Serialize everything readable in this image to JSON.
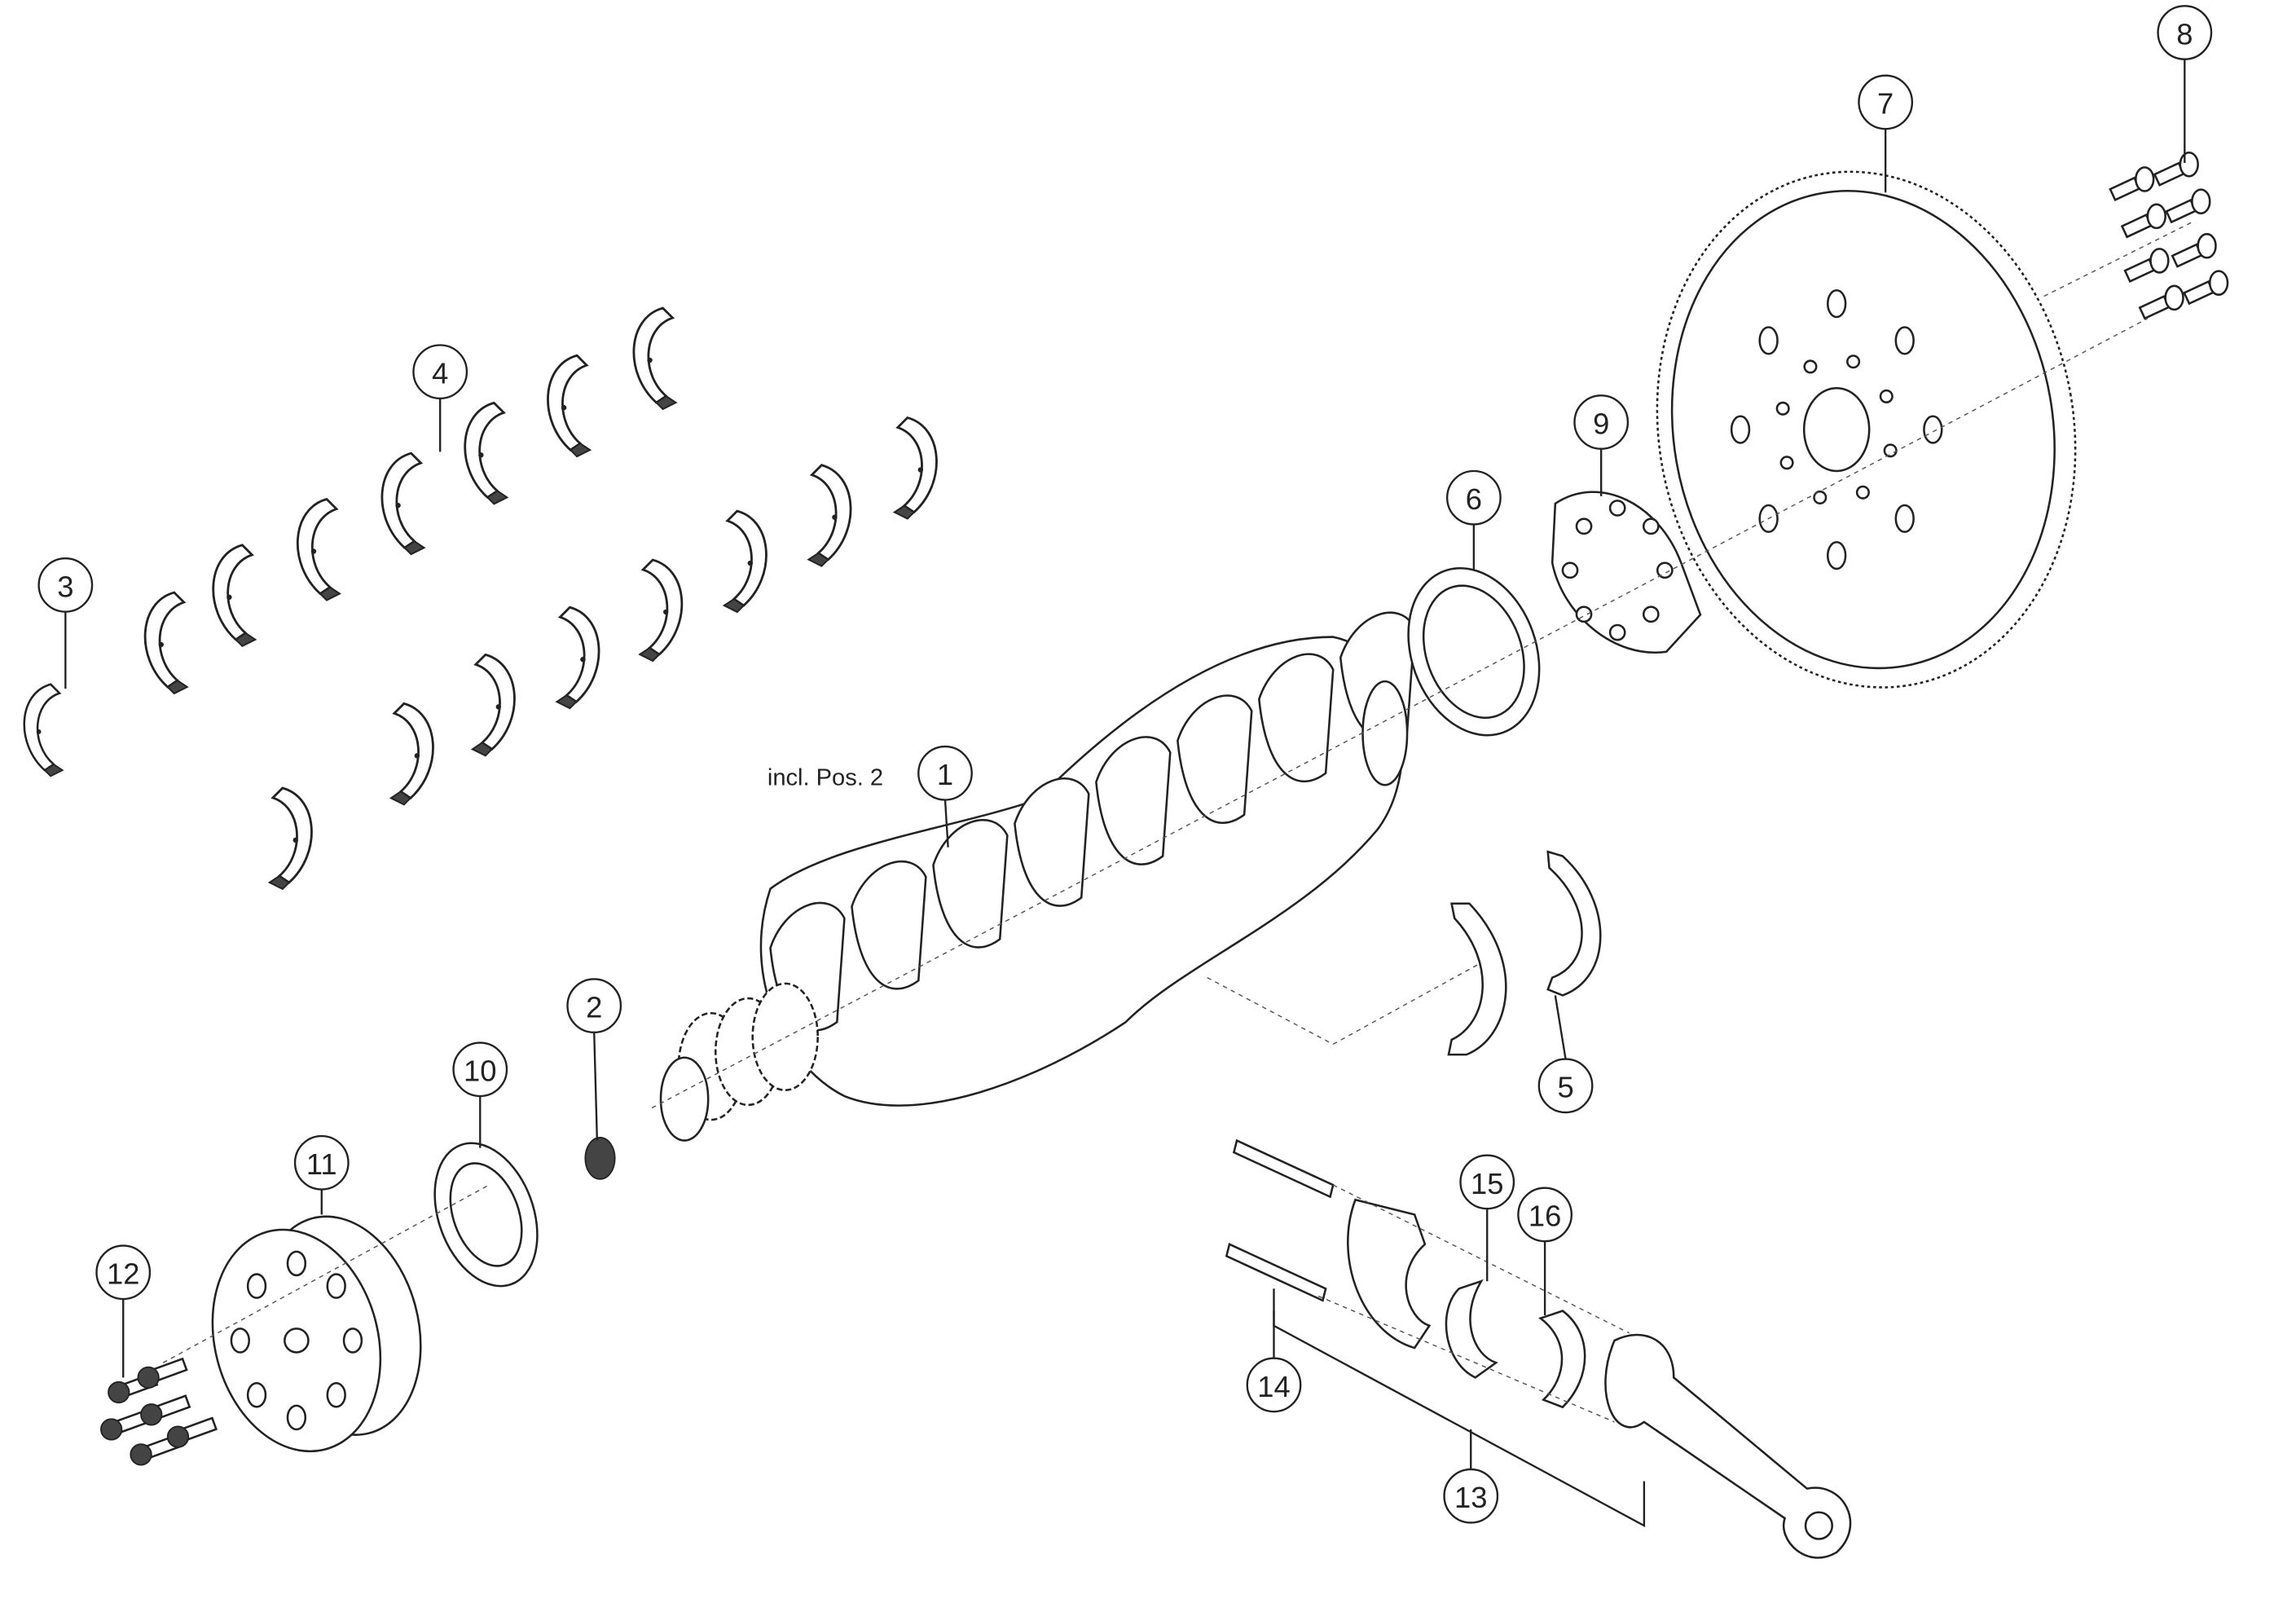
{
  "diagram": {
    "title": "Crankshaft assembly exploded view",
    "note": "incl. Pos. 2",
    "callouts": [
      {
        "id": "1",
        "label": "1"
      },
      {
        "id": "2",
        "label": "2"
      },
      {
        "id": "3",
        "label": "3"
      },
      {
        "id": "4",
        "label": "4"
      },
      {
        "id": "5",
        "label": "5"
      },
      {
        "id": "6",
        "label": "6"
      },
      {
        "id": "7",
        "label": "7"
      },
      {
        "id": "8",
        "label": "8"
      },
      {
        "id": "9",
        "label": "9"
      },
      {
        "id": "10",
        "label": "10"
      },
      {
        "id": "11",
        "label": "11"
      },
      {
        "id": "12",
        "label": "12"
      },
      {
        "id": "13",
        "label": "13"
      },
      {
        "id": "14",
        "label": "14"
      },
      {
        "id": "15",
        "label": "15"
      },
      {
        "id": "16",
        "label": "16"
      }
    ]
  }
}
